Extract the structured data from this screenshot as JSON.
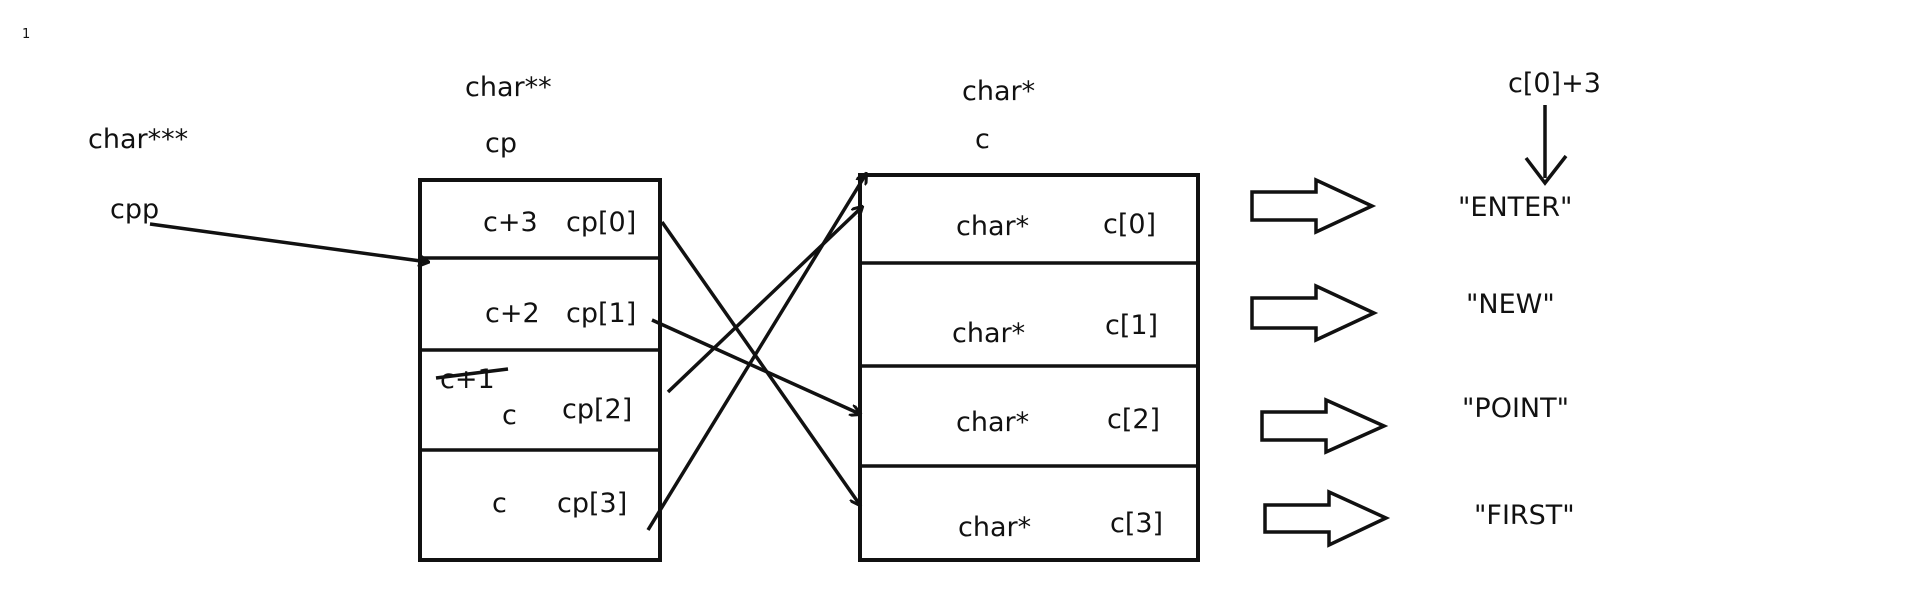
{
  "corner_mark": "1",
  "cpp": {
    "type_label": "char***",
    "name": "cpp"
  },
  "cp": {
    "type_label": "char**",
    "name": "cp",
    "rows": [
      {
        "value": "c+3",
        "name": "cp[0]"
      },
      {
        "value": "c+2",
        "name": "cp[1]"
      },
      {
        "value": "c",
        "name": "cp[2]",
        "struck_value": "c+1"
      },
      {
        "value": "c",
        "name": "cp[3]"
      }
    ]
  },
  "c": {
    "type_label": "char*",
    "name": "c",
    "rows": [
      {
        "type": "char*",
        "name": "c[0]"
      },
      {
        "type": "char*",
        "name": "c[1]"
      },
      {
        "type": "char*",
        "name": "c[2]"
      },
      {
        "type": "char*",
        "name": "c[3]"
      }
    ]
  },
  "strings": [
    "\"ENTER\"",
    "\"NEW\"",
    "\"POINT\"",
    "\"FIRST\""
  ],
  "annotation": "c[0]+3"
}
